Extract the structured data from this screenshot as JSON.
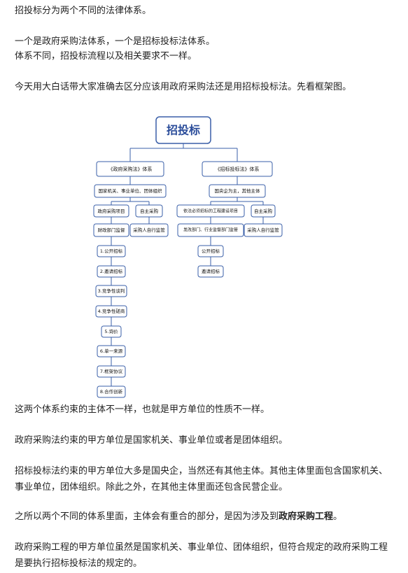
{
  "paragraphs": {
    "p1": "招投标分为两个不同的法律体系。",
    "p2": "一个是政府采购法体系，一个是招标投标法体系。",
    "p3": "体系不同，招投标流程以及相关要求不一样。",
    "p4": "今天用大白话带大家准确去区分应该用政府采购法还是用招标投标法。先看框架图。",
    "p5": "这两个体系约束的主体不一样，也就是甲方单位的性质不一样。",
    "p6": "政府采购法约束的甲方单位是国家机关、事业单位或者是团体组织。",
    "p7": "招标投标法约束的甲方单位大多是国央企，当然还有其他主体。其他主体里面包含国家机关、事业单位，团体组织。除此之外，在其他主体里面还包含民营企业。",
    "p8a": "之所以两个不同的体系里面，主体会有重合的部分，是因为涉及到",
    "p8b": "政府采购工程",
    "p8c": "。",
    "p9": "政府采购工程的甲方单位虽然是国家机关、事业单位、团体组织，但符合规定的政府采购工程是要执行招标投标法的规定的。"
  },
  "diagram": {
    "root": "招投标",
    "left_system": "《政府采购法》体系",
    "left_subjects": "国家机关、事业单位、团体组织",
    "left_branch_a": "政府采购项目",
    "left_branch_b": "自主采购",
    "left_supervisor_a": "财政部门监督",
    "left_supervisor_b": "采购人自行监管",
    "left_methods": [
      "1.公开招标",
      "2.邀请招标",
      "3.竞争性谈判",
      "4.竞争性磋商",
      "5.询价",
      "6.单一来源",
      "7.框架协议",
      "8.合作创新"
    ],
    "right_system": "《招标投标法》体系",
    "right_subjects": "国央企为主，其他主体",
    "right_branch_a": "依法必须招标的工程建设项目",
    "right_branch_b": "自主采购",
    "right_supervisor_a": "发改部门、行业监督部门监管",
    "right_supervisor_b": "采购人自行监管",
    "right_methods": [
      "公开招标",
      "邀请招标"
    ]
  }
}
